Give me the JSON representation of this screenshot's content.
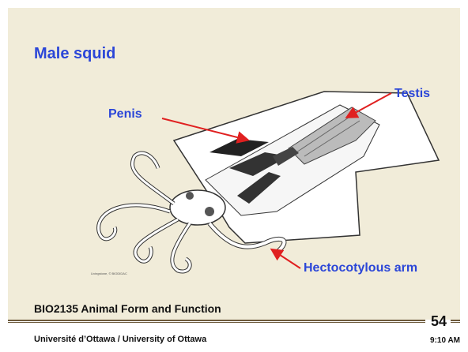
{
  "slide": {
    "title": "Male squid",
    "labels": {
      "penis": "Penis",
      "testis": "Testis",
      "hectocotylous_arm": "Hectocotylous arm"
    },
    "image_credit": "Livingstone, © BIODIDAC",
    "course": "BIO2135 Animal Form and Function",
    "page_number": "54",
    "footer": "Université d’Ottawa / University of Ottawa",
    "time": "9:10 AM"
  },
  "colors": {
    "title": "#2b46d8",
    "background": "#f1ecd9",
    "arrow": "#e02020"
  }
}
